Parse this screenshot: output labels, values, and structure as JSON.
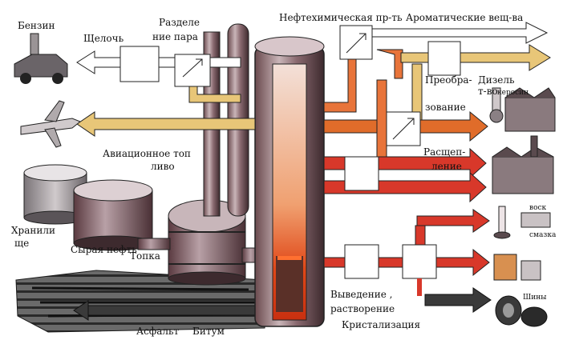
{
  "labels": {
    "benzin": "Бензин",
    "shcheloch": "Щелочь",
    "razdelenie_para_1": "Разделе",
    "razdelenie_para_2": "ние пара",
    "neftekhim": "Нефтехимическая пр-ть",
    "aromat": "Ароматические вещ-ва",
    "dizel": "Дизель",
    "kerosin": "керосин",
    "preobraz_1": "Преобра-",
    "preobraz_2": "т-во",
    "preobraz_3": "зование",
    "avia_1": "Авиационное топ",
    "avia_2": "ливо",
    "rasshch_1": "Расщеп-",
    "rasshch_2": "ление",
    "khran_1": "Хранили",
    "khran_2": "ще",
    "syraya": "Сырая нефть",
    "topka": "Топка",
    "vosk": "воск",
    "smazka": "смазка",
    "vyvedenie_1": "Выведение ,",
    "vyvedenie_2": "растворение",
    "kristal": "Кристализация",
    "shiny": "Шины",
    "asfalt": "Асфальт",
    "bitum": "Битум"
  },
  "colors": {
    "orange_flow": "#e8743a",
    "red_flow": "#d8382a",
    "yellow_flow": "#e8c678",
    "dark_flow": "#3a3a3a",
    "column_hot": "#e05020",
    "outline": "#1a1a1a"
  },
  "icons": [
    "car-icon",
    "airplane-icon",
    "storage-tank-icon",
    "furnace-icon",
    "refinery-column-icon",
    "lamp-icon",
    "factory-icon",
    "candle-icon",
    "oil-can-icon",
    "tires-icon",
    "asphalt-road-icon"
  ]
}
